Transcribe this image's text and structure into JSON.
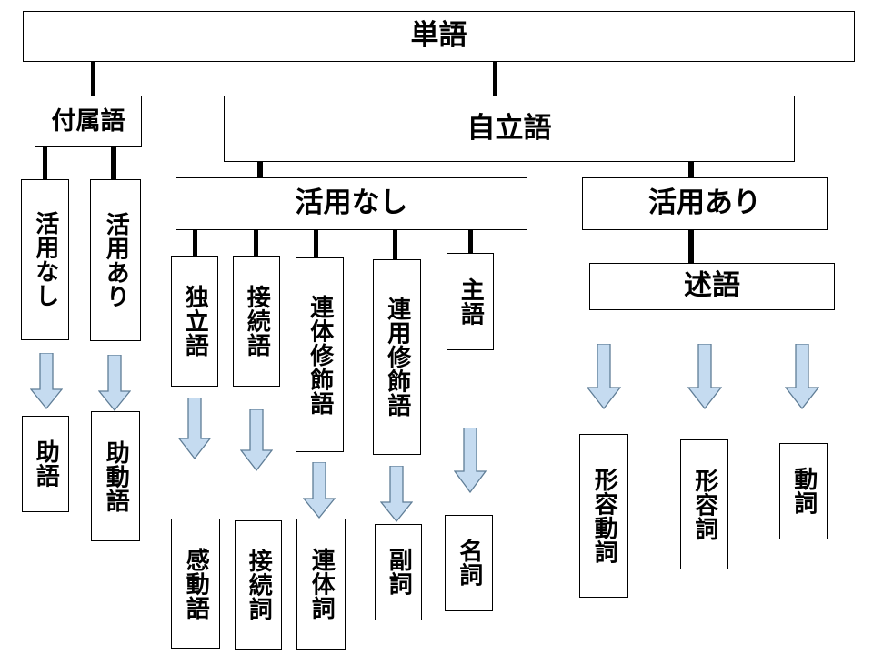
{
  "diagram": {
    "title": "単語",
    "type": "tree",
    "language": "ja",
    "colors": {
      "box_border": "#000000",
      "box_fill": "#ffffff",
      "connector": "#000000",
      "arrow_fill": "#c5dbf0",
      "arrow_stroke": "#5f7d96"
    },
    "nodes": {
      "root": "単語",
      "fuzokugo": "付属語",
      "jiritsugo": "自立語",
      "f_katsuyo_nashi": "活用なし",
      "f_katsuyo_ari": "活用あり",
      "j_katsuyo_nashi": "活用なし",
      "j_katsuyo_ari": "活用あり",
      "dokuritsugo": "独立語",
      "setsuzokugo": "接続語",
      "rentai_shushokugo": "連体修飾語",
      "renyo_shushokugo": "連用修飾語",
      "shugo": "主語",
      "jutsugo": "述語",
      "joshi": "助語",
      "jodoshi": "助動語",
      "kandoshi": "感動語",
      "setsuzokushi": "接続詞",
      "rentaishi": "連体詞",
      "fukushi": "副詞",
      "meishi": "名詞",
      "keiyodoshi": "形容動詞",
      "keiyoshi": "形容詞",
      "doshi": "動詞"
    }
  }
}
